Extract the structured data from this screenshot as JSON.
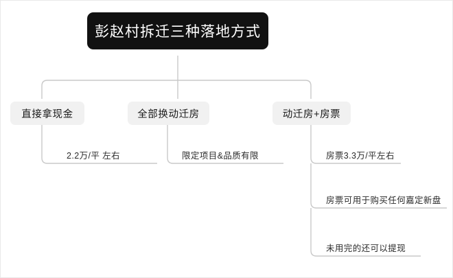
{
  "diagram": {
    "title_node": {
      "label": "彭赵村拆迁三种落地方式"
    },
    "branches": [
      {
        "label": "直接拿现金",
        "leaves": [
          {
            "label": "2.2万/平 左右"
          }
        ]
      },
      {
        "label": "全部换动迁房",
        "leaves": [
          {
            "label": "限定项目&品质有限"
          }
        ]
      },
      {
        "label": "动迁房+房票",
        "leaves": [
          {
            "label": "房票3.3万/平左右"
          },
          {
            "label": "房票可用于购买任何嘉定新盘"
          },
          {
            "label": "未用完的还可以提现"
          }
        ]
      }
    ],
    "colors": {
      "root_background": "#111111",
      "root_text": "#ffffff",
      "branch_background": "#f1f1f1",
      "branch_text": "#1a1a1a",
      "leaf_text": "#2b2b2b",
      "connector_line": "#c9c9c9",
      "canvas_background": "#ffffff"
    }
  }
}
